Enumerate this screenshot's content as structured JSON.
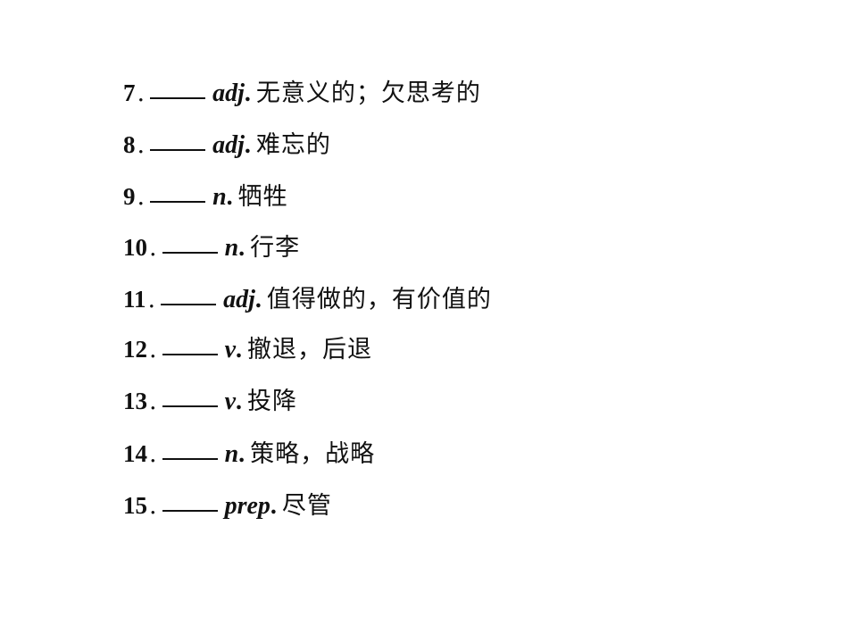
{
  "entries": [
    {
      "number": "7",
      "separator": ".",
      "pos": "adj",
      "dot": ".",
      "meaning": "无意义的；欠思考的"
    },
    {
      "number": "8",
      "separator": ".",
      "pos": "adj",
      "dot": ".",
      "meaning": "难忘的"
    },
    {
      "number": "9",
      "separator": ".",
      "pos": "n",
      "dot": ".",
      "meaning": "牺牲"
    },
    {
      "number": "10",
      "separator": ".",
      "pos": "n",
      "dot": ".",
      "meaning": "行李"
    },
    {
      "number": "11",
      "separator": ".",
      "pos": "adj",
      "dot": ".",
      "meaning": "值得做的，有价值的"
    },
    {
      "number": "12",
      "separator": ".",
      "pos": "v",
      "dot": ".",
      "meaning": "撤退，后退"
    },
    {
      "number": "13",
      "separator": ".",
      "pos": "v",
      "dot": ".",
      "meaning": "投降"
    },
    {
      "number": "14",
      "separator": ".",
      "pos": "n",
      "dot": ".",
      "meaning": "策略，战略"
    },
    {
      "number": "15",
      "separator": ".",
      "pos": "prep",
      "dot": ".",
      "meaning": "尽管"
    }
  ]
}
